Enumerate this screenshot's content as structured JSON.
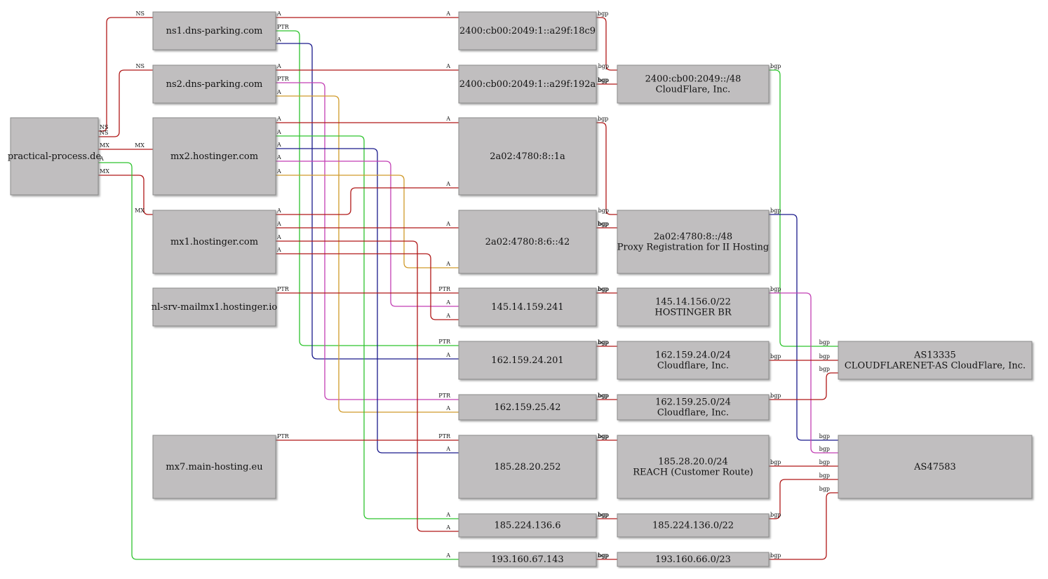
{
  "colors": {
    "red": "#b01818",
    "green": "#2ec42e",
    "blue": "#1a1a8c",
    "magenta": "#c23fb4",
    "gold": "#d09a2a",
    "node_fill": "#c0bebf"
  },
  "nodes": [
    {
      "id": "practical",
      "lines": [
        "practical-process.de"
      ]
    },
    {
      "id": "ns1",
      "lines": [
        "ns1.dns-parking.com"
      ]
    },
    {
      "id": "ns2",
      "lines": [
        "ns2.dns-parking.com"
      ]
    },
    {
      "id": "mx2",
      "lines": [
        "mx2.hostinger.com"
      ]
    },
    {
      "id": "mx1",
      "lines": [
        "mx1.hostinger.com"
      ]
    },
    {
      "id": "nlsrv",
      "lines": [
        "nl-srv-mailmx1.hostinger.io"
      ]
    },
    {
      "id": "mx7",
      "lines": [
        "mx7.main-hosting.eu"
      ]
    },
    {
      "id": "ip6a",
      "lines": [
        "2400:cb00:2049:1::a29f:18c9"
      ]
    },
    {
      "id": "ip6b",
      "lines": [
        "2400:cb00:2049:1::a29f:192a"
      ]
    },
    {
      "id": "ip6c",
      "lines": [
        "2a02:4780:8::1a"
      ]
    },
    {
      "id": "ip6d",
      "lines": [
        "2a02:4780:8:6::42"
      ]
    },
    {
      "id": "ip4a",
      "lines": [
        "145.14.159.241"
      ]
    },
    {
      "id": "ip4b",
      "lines": [
        "162.159.24.201"
      ]
    },
    {
      "id": "ip4c",
      "lines": [
        "162.159.25.42"
      ]
    },
    {
      "id": "ip4d",
      "lines": [
        "185.28.20.252"
      ]
    },
    {
      "id": "ip4e",
      "lines": [
        "185.224.136.6"
      ]
    },
    {
      "id": "ip4f",
      "lines": [
        "193.160.67.143"
      ]
    },
    {
      "id": "pfx1",
      "lines": [
        "2400:cb00:2049::/48",
        "CloudFlare, Inc."
      ]
    },
    {
      "id": "pfx2",
      "lines": [
        "2a02:4780:8::/48",
        "Proxy Registration for II Hosting"
      ]
    },
    {
      "id": "pfx3",
      "lines": [
        "145.14.156.0/22",
        "HOSTINGER BR"
      ]
    },
    {
      "id": "pfx4",
      "lines": [
        "162.159.24.0/24",
        "Cloudflare, Inc."
      ]
    },
    {
      "id": "pfx5",
      "lines": [
        "162.159.25.0/24",
        "Cloudflare, Inc."
      ]
    },
    {
      "id": "pfx6",
      "lines": [
        "185.28.20.0/24",
        "REACH (Customer Route)"
      ]
    },
    {
      "id": "pfx7",
      "lines": [
        "185.224.136.0/22"
      ]
    },
    {
      "id": "pfx8",
      "lines": [
        "193.160.66.0/23"
      ]
    },
    {
      "id": "as1",
      "lines": [
        "AS13335",
        "CLOUDFLARENET-AS CloudFlare, Inc."
      ]
    },
    {
      "id": "as2",
      "lines": [
        "AS47583"
      ]
    }
  ],
  "edges": [
    {
      "from": "practical",
      "to": "ns1",
      "label": "NS",
      "color": "red"
    },
    {
      "from": "practical",
      "to": "ns2",
      "label": "NS",
      "color": "red"
    },
    {
      "from": "practical",
      "to": "mx2",
      "label": "MX",
      "color": "red"
    },
    {
      "from": "practical",
      "to": "mx1",
      "label": "MX",
      "color": "red"
    },
    {
      "from": "practical",
      "to": "ip4f",
      "label": "A",
      "color": "green"
    },
    {
      "from": "ns1",
      "to": "ip6a",
      "label": "A",
      "color": "red"
    },
    {
      "from": "ns1",
      "to": "ip4b",
      "label": "PTR",
      "color": "green"
    },
    {
      "from": "ns1",
      "to": "ip4b",
      "label": "A",
      "color": "blue"
    },
    {
      "from": "ns2",
      "to": "ip6b",
      "label": "A",
      "color": "red"
    },
    {
      "from": "ns2",
      "to": "ip4c",
      "label": "PTR",
      "color": "magenta"
    },
    {
      "from": "ns2",
      "to": "ip4c",
      "label": "A",
      "color": "gold"
    },
    {
      "from": "mx2",
      "to": "ip6c",
      "label": "A",
      "color": "red"
    },
    {
      "from": "mx2",
      "to": "ip4e",
      "label": "A",
      "color": "green"
    },
    {
      "from": "mx2",
      "to": "ip4d",
      "label": "A",
      "color": "blue"
    },
    {
      "from": "mx2",
      "to": "ip4a",
      "label": "A",
      "color": "magenta"
    },
    {
      "from": "mx2",
      "to": "ip6d",
      "label": "A",
      "color": "gold"
    },
    {
      "from": "mx1",
      "to": "ip6c",
      "label": "A",
      "color": "red"
    },
    {
      "from": "mx1",
      "to": "ip6d",
      "label": "A",
      "color": "red"
    },
    {
      "from": "mx1",
      "to": "ip4e",
      "label": "A",
      "color": "red"
    },
    {
      "from": "mx1",
      "to": "ip4a",
      "label": "A",
      "color": "red"
    },
    {
      "from": "nlsrv",
      "to": "ip4a",
      "label": "PTR",
      "color": "red"
    },
    {
      "from": "mx7",
      "to": "ip4d",
      "label": "PTR",
      "color": "red"
    },
    {
      "from": "ip6a",
      "to": "pfx1",
      "label": "bgp",
      "color": "red"
    },
    {
      "from": "ip6b",
      "to": "pfx1",
      "label": "bgp",
      "color": "red"
    },
    {
      "from": "ip6c",
      "to": "pfx2",
      "label": "bgp",
      "color": "red"
    },
    {
      "from": "ip6d",
      "to": "pfx2",
      "label": "bgp",
      "color": "red"
    },
    {
      "from": "ip4a",
      "to": "pfx3",
      "label": "bgp",
      "color": "red"
    },
    {
      "from": "ip4b",
      "to": "pfx4",
      "label": "bgp",
      "color": "red"
    },
    {
      "from": "ip4c",
      "to": "pfx5",
      "label": "bgp",
      "color": "red"
    },
    {
      "from": "ip4d",
      "to": "pfx6",
      "label": "bgp",
      "color": "red"
    },
    {
      "from": "ip4e",
      "to": "pfx7",
      "label": "bgp",
      "color": "red"
    },
    {
      "from": "ip4f",
      "to": "pfx8",
      "label": "bgp",
      "color": "red"
    },
    {
      "from": "pfx1",
      "to": "as1",
      "label": "bgp",
      "color": "green"
    },
    {
      "from": "pfx2",
      "to": "as2",
      "label": "bgp",
      "color": "blue"
    },
    {
      "from": "pfx3",
      "to": "as2",
      "label": "bgp",
      "color": "magenta"
    },
    {
      "from": "pfx4",
      "to": "as1",
      "label": "bgp",
      "color": "red"
    },
    {
      "from": "pfx5",
      "to": "as1",
      "label": "bgp",
      "color": "red"
    },
    {
      "from": "pfx6",
      "to": "as2",
      "label": "bgp",
      "color": "red"
    },
    {
      "from": "pfx7",
      "to": "as2",
      "label": "bgp",
      "color": "red"
    },
    {
      "from": "pfx8",
      "to": "as2",
      "label": "bgp",
      "color": "red"
    }
  ]
}
